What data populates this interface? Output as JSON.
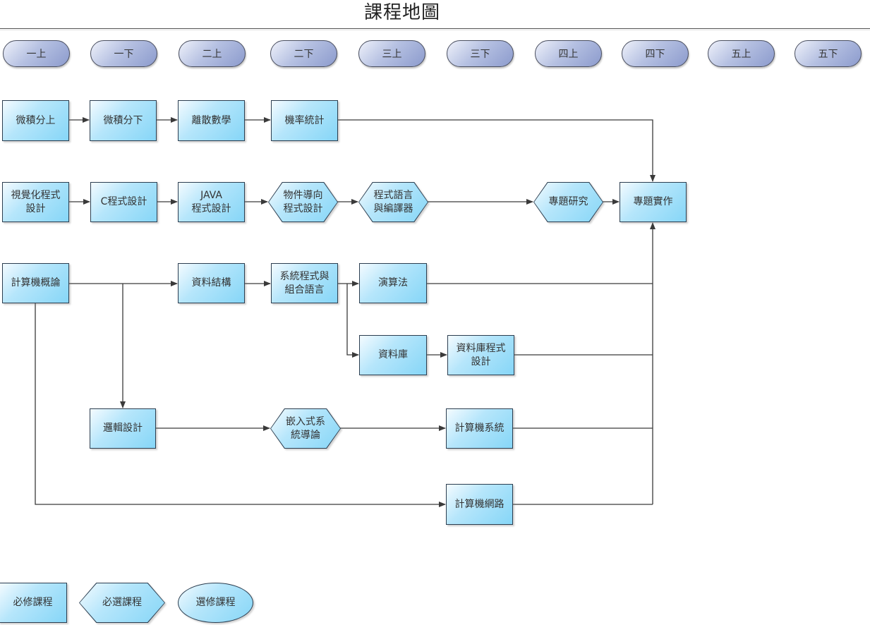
{
  "title": "課程地圖",
  "semesters": [
    "一上",
    "一下",
    "二上",
    "二下",
    "三上",
    "三下",
    "四上",
    "四下",
    "五上",
    "五下"
  ],
  "courses": {
    "calc1": {
      "label": "微積分上",
      "type": "required"
    },
    "calc2": {
      "label": "微積分下",
      "type": "required"
    },
    "discrete": {
      "label": "離散數學",
      "type": "required"
    },
    "prob": {
      "label": "機率統計",
      "type": "required"
    },
    "visual": {
      "label": "視覺化程式\n設計",
      "type": "required"
    },
    "cprog": {
      "label": "C程式設計",
      "type": "required"
    },
    "java": {
      "label": "JAVA\n程式設計",
      "type": "required"
    },
    "oop": {
      "label": "物件導向\n程式設計",
      "type": "required-elective"
    },
    "compiler": {
      "label": "程式語言\n與編譯器",
      "type": "required-elective"
    },
    "research": {
      "label": "專題研究",
      "type": "required-elective"
    },
    "project": {
      "label": "專題實作",
      "type": "required"
    },
    "intro": {
      "label": "計算機概論",
      "type": "required"
    },
    "ds": {
      "label": "資料結構",
      "type": "required"
    },
    "sysprog": {
      "label": "系統程式與\n組合語言",
      "type": "required"
    },
    "algo": {
      "label": "演算法",
      "type": "required"
    },
    "db": {
      "label": "資料庫",
      "type": "required"
    },
    "dbprog": {
      "label": "資料庫程式\n設計",
      "type": "required"
    },
    "logic": {
      "label": "邏輯設計",
      "type": "required"
    },
    "embedded": {
      "label": "嵌入式系\n統導論",
      "type": "required-elective"
    },
    "arch": {
      "label": "計算機系統",
      "type": "required"
    },
    "network": {
      "label": "計算機網路",
      "type": "required"
    }
  },
  "edges": [
    [
      "calc1",
      "calc2"
    ],
    [
      "calc2",
      "discrete"
    ],
    [
      "discrete",
      "prob"
    ],
    [
      "prob",
      "project"
    ],
    [
      "visual",
      "cprog"
    ],
    [
      "cprog",
      "java"
    ],
    [
      "java",
      "oop"
    ],
    [
      "oop",
      "compiler"
    ],
    [
      "compiler",
      "research"
    ],
    [
      "research",
      "project"
    ],
    [
      "intro",
      "ds"
    ],
    [
      "intro",
      "logic"
    ],
    [
      "intro",
      "network"
    ],
    [
      "ds",
      "sysprog"
    ],
    [
      "sysprog",
      "algo"
    ],
    [
      "sysprog",
      "db"
    ],
    [
      "db",
      "dbprog"
    ],
    [
      "algo",
      "project"
    ],
    [
      "dbprog",
      "project"
    ],
    [
      "logic",
      "embedded"
    ],
    [
      "embedded",
      "arch"
    ],
    [
      "arch",
      "project"
    ],
    [
      "network",
      "project"
    ]
  ],
  "legend": {
    "required": "必修課程",
    "required_elective": "必選課程",
    "elective": "選修課程"
  },
  "colors": {
    "node_fill": "#86d6f7",
    "node_border": "#2c3e50",
    "pill_fill": "#8c9bcd",
    "line": "#3a3a3a"
  }
}
